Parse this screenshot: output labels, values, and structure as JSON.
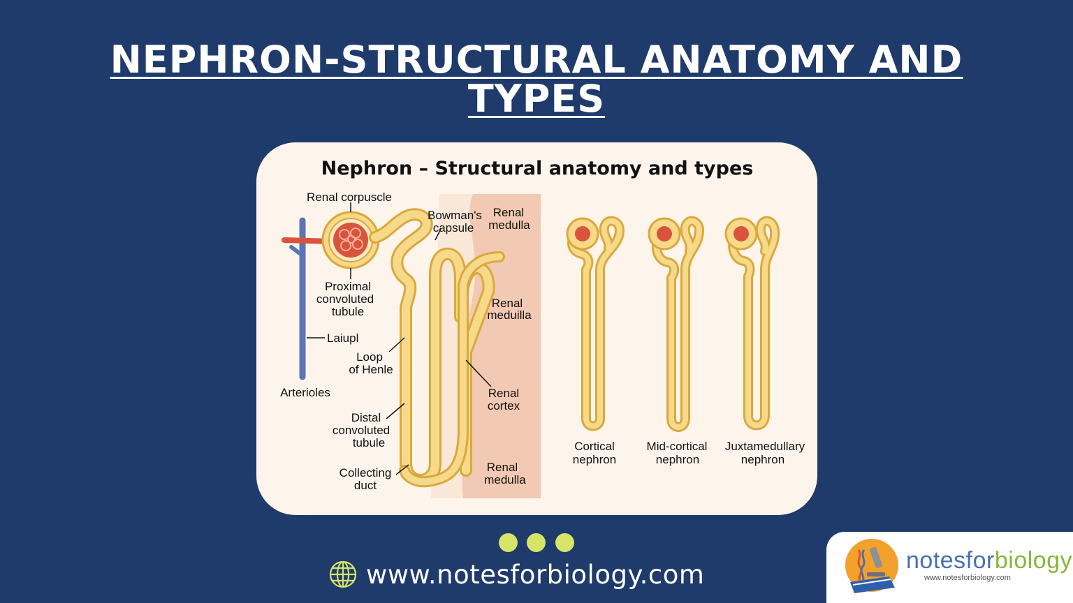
{
  "page": {
    "title_line1": "NEPHRON-STRUCTURAL ANATOMY AND",
    "title_line2": "TYPES"
  },
  "diagram": {
    "title": "Nephron – Structural anatomy and types",
    "labels": {
      "renal_corpuscle": "Renal corpuscle",
      "bowmans_1": "Bowman's",
      "bowmans_2": "capsule",
      "renal_medulla_top_1": "Renal",
      "renal_medulla_top_2": "medulla",
      "pct_1": "Proximal",
      "pct_2": "convoluted",
      "pct_3": "tubule",
      "laiupl": "Laiupl",
      "loop_1": "Loop",
      "loop_2": "of Henle",
      "arterioles": "Arterioles",
      "renal_medulla_mid_1": "Renal",
      "renal_medulla_mid_2": "meduilla",
      "renal_cortex_1": "Renal",
      "renal_cortex_2": "cortex",
      "dct_1": "Distal",
      "dct_2": "convoluted",
      "dct_3": "tubule",
      "collecting_1": "Collecting",
      "collecting_2": "duct",
      "renal_medulla_bot_1": "Renal",
      "renal_medulla_bot_2": "medulla"
    },
    "types": [
      {
        "line1": "Cortical",
        "line2": "nephron"
      },
      {
        "line1": "Mid-cortical",
        "line2": "nephron"
      },
      {
        "line1": "Juxtamedullary",
        "line2": "nephron"
      }
    ],
    "colors": {
      "tubule_fill": "#f7d98a",
      "tubule_stroke": "#d9a93c",
      "glomerulus": "#d9543c",
      "artery": "#d9543c",
      "vein": "#5b74b5",
      "tissue_band": "#f2c9b3"
    }
  },
  "footer": {
    "website": "www.notesforbiology.com",
    "logo_name_part1": "notesfor",
    "logo_name_part2": "biology",
    "logo_url": "www.notesforbiology.com"
  },
  "colors": {
    "background": "#1f3b6b",
    "accent_dots": "#d6e468"
  }
}
